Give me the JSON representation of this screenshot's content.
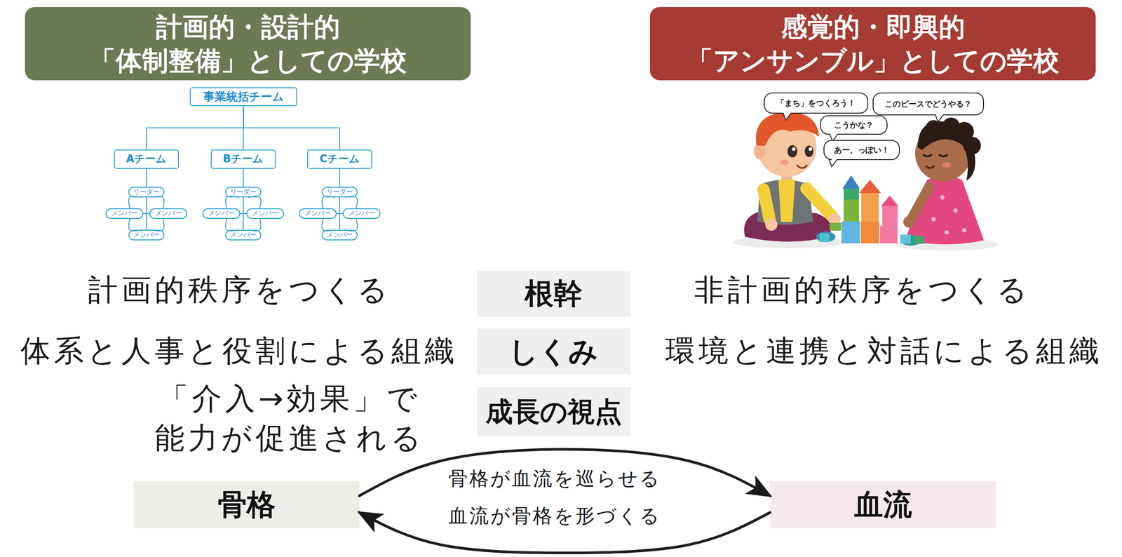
{
  "diagram": {
    "nodes": [
      {
        "text": [
          "計画的・設計的 「体制整備」としての学校"
        ]
      },
      {
        "text": [
          "感覚的・即興的 「アンサンブル」としての学校"
        ]
      },
      {
        "text": [
          "事業統括チーム"
        ]
      },
      {
        "text": [
          "Aチーム"
        ]
      },
      {
        "text": [
          "Bチーム"
        ]
      },
      {
        "text": [
          "Cチーム"
        ]
      },
      {
        "text": [
          "リーダー"
        ]
      },
      {
        "text": [
          "メンバー"
        ]
      },
      {
        "text": [
          "メンバー"
        ]
      },
      {
        "text": [
          "メンバー"
        ]
      },
      {
        "text": [
          "リーダー"
        ]
      },
      {
        "text": [
          "メンバー"
        ]
      },
      {
        "text": [
          "メンバー"
        ]
      },
      {
        "text": [
          "メンバー"
        ]
      },
      {
        "text": [
          "リーダー"
        ]
      },
      {
        "text": [
          "メンバー"
        ]
      },
      {
        "text": [
          "メンバー"
        ]
      },
      {
        "text": [
          "メンバー"
        ]
      },
      {
        "text": [
          "「まち」をつくろう！"
        ]
      },
      {
        "text": [
          "このピースでどうやる？"
        ]
      },
      {
        "text": [
          "こうかな？"
        ]
      },
      {
        "text": [
          "あー、っぽい！"
        ]
      },
      {
        "text": [
          "根幹"
        ]
      },
      {
        "text": [
          "しくみ"
        ]
      },
      {
        "text": [
          "成長の視点"
        ]
      },
      {
        "text": [
          "骨格"
        ]
      },
      {
        "text": [
          "血流"
        ]
      }
    ],
    "edges": [
      {
        "from": 2,
        "to": 3,
        "arrow": "none"
      },
      {
        "from": 2,
        "to": 4,
        "arrow": "none"
      },
      {
        "from": 2,
        "to": 5,
        "arrow": "none"
      },
      {
        "from": 3,
        "to": 6,
        "arrow": "none"
      },
      {
        "from": 6,
        "to": 7,
        "arrow": "none"
      },
      {
        "from": 6,
        "to": 8,
        "arrow": "none"
      },
      {
        "from": 6,
        "to": 9,
        "arrow": "none"
      },
      {
        "from": 7,
        "to": 8,
        "arrow": "none"
      },
      {
        "from": 7,
        "to": 9,
        "arrow": "none"
      },
      {
        "from": 8,
        "to": 9,
        "arrow": "none"
      },
      {
        "from": 4,
        "to": 10,
        "arrow": "none"
      },
      {
        "from": 10,
        "to": 11,
        "arrow": "none"
      },
      {
        "from": 10,
        "to": 12,
        "arrow": "none"
      },
      {
        "from": 10,
        "to": 13,
        "arrow": "none"
      },
      {
        "from": 11,
        "to": 12,
        "arrow": "none"
      },
      {
        "from": 11,
        "to": 13,
        "arrow": "none"
      },
      {
        "from": 12,
        "to": 13,
        "arrow": "none"
      },
      {
        "from": 5,
        "to": 14,
        "arrow": "none"
      },
      {
        "from": 14,
        "to": 15,
        "arrow": "none"
      },
      {
        "from": 14,
        "to": 16,
        "arrow": "none"
      },
      {
        "from": 14,
        "to": 17,
        "arrow": "none"
      },
      {
        "from": 15,
        "to": 16,
        "arrow": "none"
      },
      {
        "from": 15,
        "to": 17,
        "arrow": "none"
      },
      {
        "from": 16,
        "to": 17,
        "arrow": "none"
      },
      {
        "from": 25,
        "to": 26,
        "label": "骨格が血流を巡らせる",
        "arrow": "to"
      },
      {
        "from": 26,
        "to": 25,
        "label": "血流が骨格を形づくる",
        "arrow": "to"
      }
    ],
    "labels": [
      "計画的秩序をつくる",
      "非計画的秩序をつくる",
      "体系と人事と役割による組織",
      "環境と連携と対話による組織",
      "「介入→効果」で 能力が促進される"
    ]
  }
}
